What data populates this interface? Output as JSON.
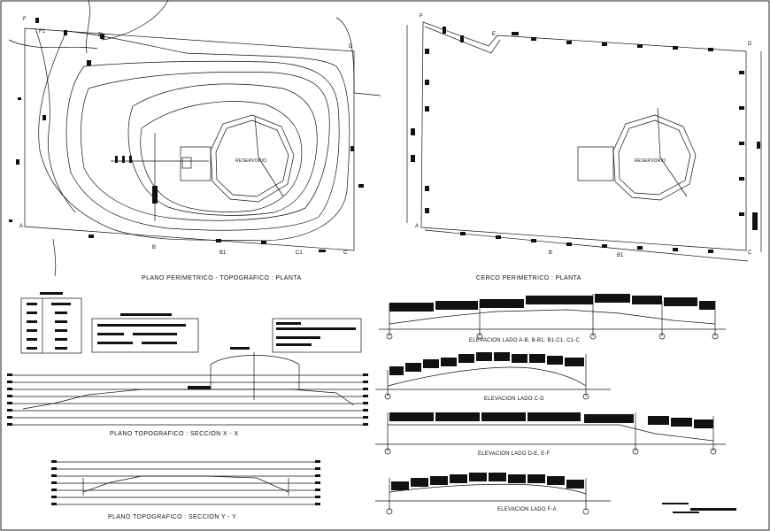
{
  "titles": {
    "plano_perimetrico": "PLANO PERIMETRICO - TOPOGRAFICO : PLANTA",
    "cerco_perimetrico": "CERCO PERIMETRICO : PLANTA",
    "seccion_xx": "PLANO TOPOGRAFICO : SECCION  X - X",
    "seccion_yy": "PLANO TOPOGRAFICO : SECCION  Y - Y",
    "elev_abc": "ELEVACION LADO A-B, B-B1, B1-C1, C1-C",
    "elev_cd": "ELEVACION LADO C-D",
    "elev_def": "ELEVACION LADO D-E, E-F",
    "elev_fa": "ELEVACION LADO F-A"
  },
  "labels": {
    "reservorio_left": "RESERVORIO",
    "reservorio_right": "RESERVORIO"
  },
  "points_left": {
    "F": "F",
    "F1": "F1",
    "E": "E",
    "D": "D",
    "A": "A",
    "B": "B",
    "B1": "B1",
    "C1": "C1",
    "C": "C"
  },
  "points_right": {
    "F": "F",
    "E": "E",
    "D": "D",
    "A": "A",
    "B": "B",
    "B1": "B1",
    "C": "C"
  }
}
